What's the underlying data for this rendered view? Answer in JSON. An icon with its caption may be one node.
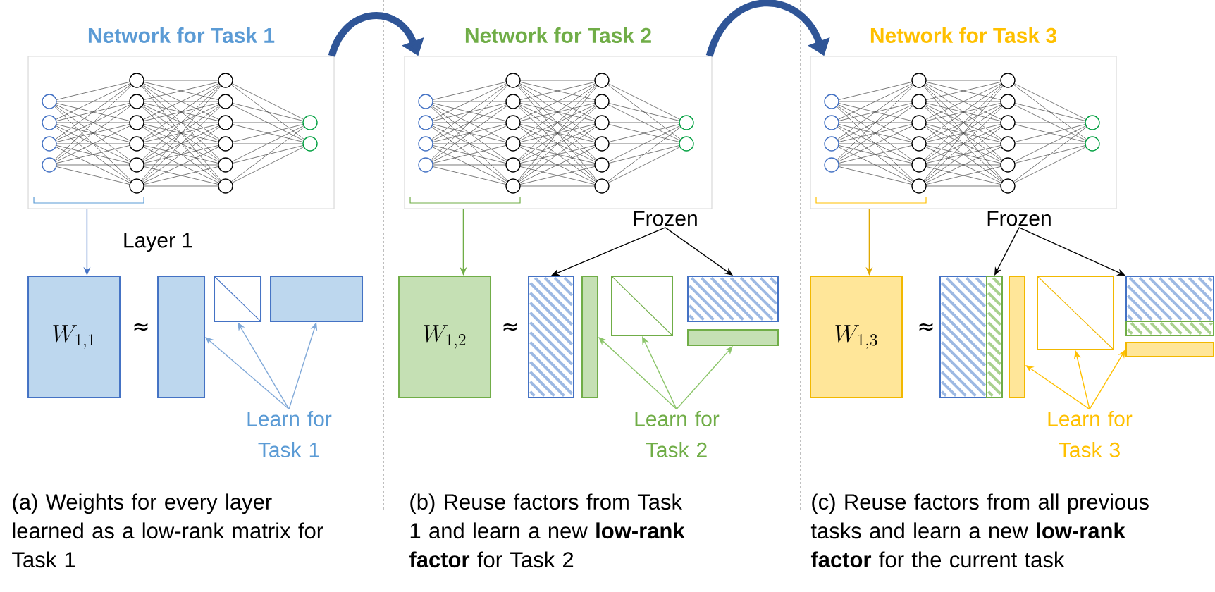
{
  "diagram": {
    "nodes": [
      {
        "text": [
          "Network for Task 1"
        ]
      },
      {
        "text": [
          "W_{1,1}"
        ]
      },
      {
        "text": [],
        "shape": "box"
      },
      {
        "text": [],
        "shape": "box"
      },
      {
        "text": [],
        "shape": "box"
      },
      {
        "text": [
          "Learn for Task 1"
        ]
      },
      {
        "text": [
          "Network for Task 2"
        ]
      },
      {
        "text": [
          "W_{1,2}"
        ]
      },
      {
        "text": [],
        "shape": "box"
      },
      {
        "text": [],
        "shape": "box"
      },
      {
        "text": [],
        "shape": "box"
      },
      {
        "text": [],
        "shape": "box"
      },
      {
        "text": [],
        "shape": "box"
      },
      {
        "text": [
          "Frozen"
        ]
      },
      {
        "text": [
          "Learn for Task 2"
        ]
      },
      {
        "text": [
          "Network for Task 3"
        ]
      },
      {
        "text": [
          "W_{1,3}"
        ]
      },
      {
        "text": [],
        "shape": "box"
      },
      {
        "text": [],
        "shape": "box"
      },
      {
        "text": [],
        "shape": "box"
      },
      {
        "text": [],
        "shape": "box"
      },
      {
        "text": [],
        "shape": "box"
      },
      {
        "text": [],
        "shape": "box"
      },
      {
        "text": [],
        "shape": "box"
      },
      {
        "text": [
          "Frozen"
        ]
      },
      {
        "text": [
          "Learn for Task 3"
        ]
      }
    ],
    "edges": [
      {
        "from": 0,
        "to": 1,
        "arrow": "to",
        "color": "#4472c4"
      },
      {
        "from": 5,
        "to": 2,
        "arrow": "to",
        "color": "#7fa8d8"
      },
      {
        "from": 5,
        "to": 3,
        "arrow": "to",
        "color": "#7fa8d8"
      },
      {
        "from": 5,
        "to": 4,
        "arrow": "to",
        "color": "#7fa8d8"
      },
      {
        "from": 0,
        "to": 6,
        "arrow": "to",
        "style": "thick",
        "color": "#2f5597"
      },
      {
        "from": 6,
        "to": 7,
        "arrow": "to",
        "color": "#70ad47"
      },
      {
        "from": 13,
        "to": 8,
        "arrow": "to",
        "color": "#000000"
      },
      {
        "from": 13,
        "to": 11,
        "arrow": "to",
        "color": "#000000"
      },
      {
        "from": 14,
        "to": 9,
        "arrow": "to",
        "color": "#8cc56a"
      },
      {
        "from": 14,
        "to": 10,
        "arrow": "to",
        "color": "#8cc56a"
      },
      {
        "from": 14,
        "to": 12,
        "arrow": "to",
        "color": "#8cc56a"
      },
      {
        "from": 6,
        "to": 15,
        "arrow": "to",
        "style": "thick",
        "color": "#2f5597"
      },
      {
        "from": 15,
        "to": 16,
        "arrow": "to",
        "color": "#e0a800"
      },
      {
        "from": 24,
        "to": 18,
        "arrow": "to",
        "color": "#000000"
      },
      {
        "from": 24,
        "to": 21,
        "arrow": "to",
        "color": "#000000"
      },
      {
        "from": 25,
        "to": 19,
        "arrow": "to",
        "color": "#ffc000"
      },
      {
        "from": 25,
        "to": 20,
        "arrow": "to",
        "color": "#ffc000"
      },
      {
        "from": 25,
        "to": 23,
        "arrow": "to",
        "color": "#ffc000"
      }
    ],
    "labels": [
      "Layer 1",
      "≈",
      "≈",
      "≈",
      "(a) Weights for every layer learned as a low-rank matrix for Task 1",
      "(b) Reuse factors from Task 1 and learn a new **low-rank factor** for Task 2",
      "(c) Reuse factors from all previous tasks and learn a new **low-rank factor** for the current task"
    ]
  }
}
